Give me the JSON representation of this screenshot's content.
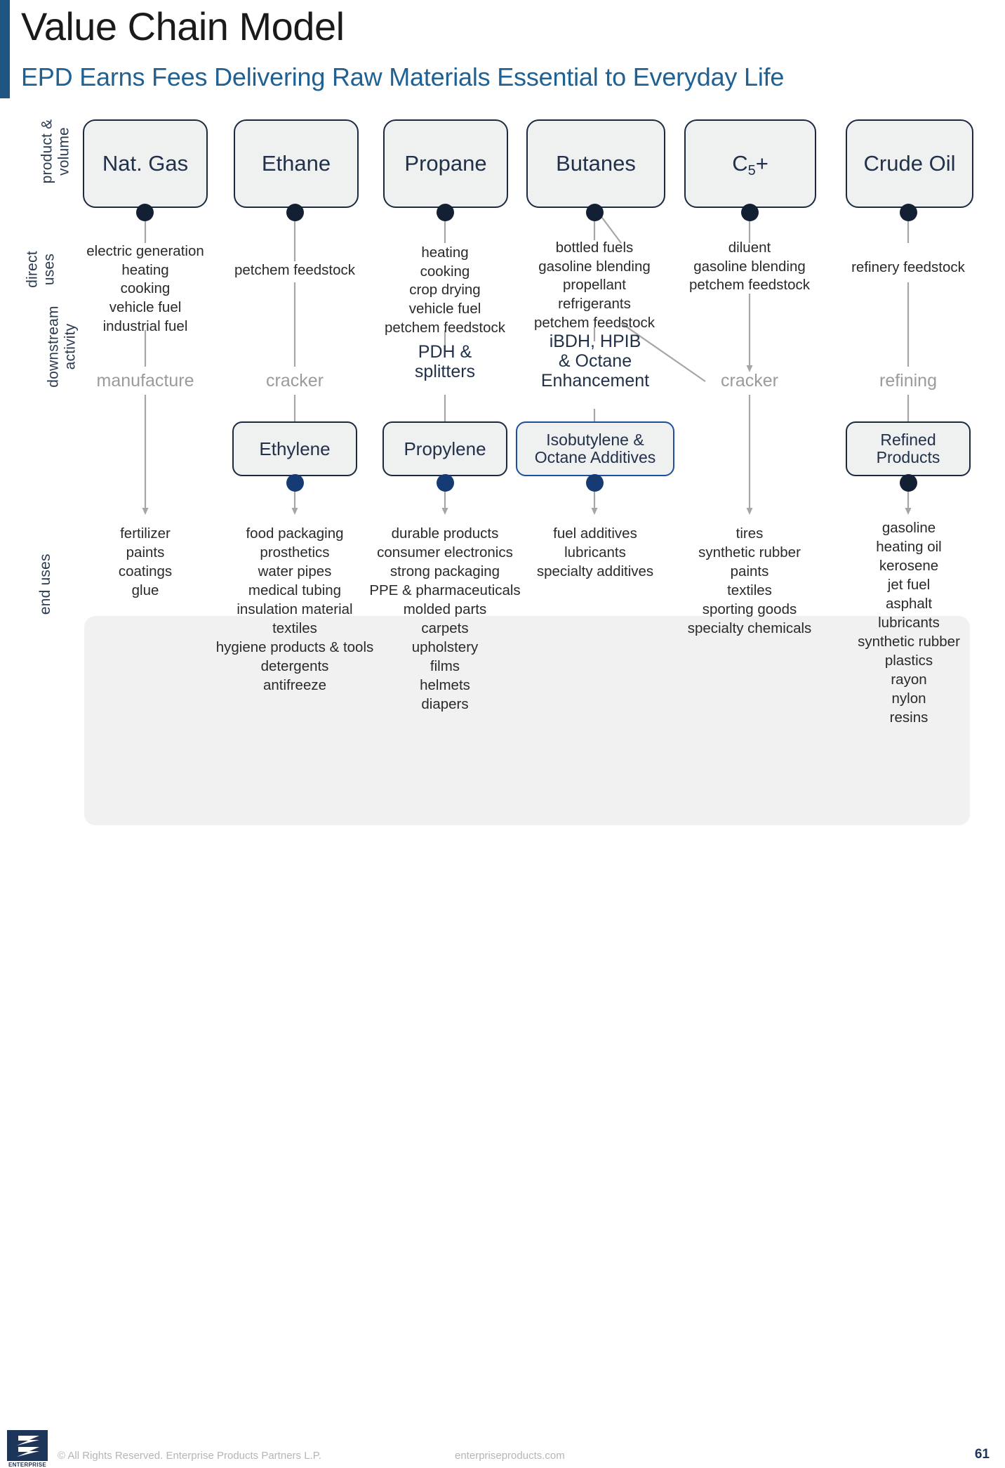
{
  "header": {
    "title": "Value Chain Model",
    "subtitle": "EPD Earns Fees Delivering Raw Materials Essential to Everyday Life",
    "accent_color": "#1f5582",
    "subtitle_color": "#1f6193"
  },
  "row_labels": {
    "product_volume": "product &\nvolume",
    "direct_uses": "direct\nuses",
    "downstream_activity": "downstream\nactivity",
    "end_uses": "end uses"
  },
  "colors": {
    "box_fill": "#eff0f0",
    "box_border": "#1b2a41",
    "highlight_border": "#1f4e9c",
    "dot_dark": "#131f33",
    "dot_blue": "#163a73",
    "connector": "#a6a6a6",
    "muted_text": "#9b9b9b",
    "panel_fill": "#f1f1f1"
  },
  "columns": [
    {
      "key": "natural-gas",
      "feedstock": "Nat. Gas",
      "direct_uses": [
        "electric generation",
        "heating",
        "cooking",
        "vehicle fuel",
        "industrial fuel"
      ],
      "downstream_activity": "manufacture",
      "downstream_activity_style": "muted",
      "intermediate": null,
      "end_uses": [
        "fertilizer",
        "paints",
        "coatings",
        "glue"
      ]
    },
    {
      "key": "ethane",
      "feedstock": "Ethane",
      "direct_uses": [
        "petchem feedstock"
      ],
      "downstream_activity": "cracker",
      "downstream_activity_style": "muted",
      "intermediate": "Ethylene",
      "end_uses": [
        "food packaging",
        "prosthetics",
        "water pipes",
        "medical tubing",
        "insulation material",
        "textiles",
        "hygiene products & tools",
        "detergents",
        "antifreeze"
      ]
    },
    {
      "key": "propane",
      "feedstock": "Propane",
      "direct_uses": [
        "heating",
        "cooking",
        "crop drying",
        "vehicle fuel",
        "petchem feedstock"
      ],
      "downstream_activity": "PDH &\nsplitters",
      "downstream_activity_style": "strong",
      "intermediate": "Propylene",
      "end_uses": [
        "durable products",
        "consumer electronics",
        "strong packaging",
        "PPE & pharmaceuticals",
        "molded parts",
        "carpets",
        "upholstery",
        "films",
        "helmets",
        "diapers"
      ]
    },
    {
      "key": "butanes",
      "feedstock": "Butanes",
      "direct_uses": [
        "bottled fuels",
        "gasoline blending",
        "propellant",
        "refrigerants",
        "petchem feedstock"
      ],
      "downstream_activity": "iBDH, HPIB\n& Octane\nEnhancement",
      "downstream_activity_style": "strong",
      "intermediate": "Isobutylene &\nOctane Additives",
      "intermediate_highlight": true,
      "end_uses": [
        "fuel additives",
        "lubricants",
        "specialty additives"
      ]
    },
    {
      "key": "c5-plus",
      "feedstock": "C5+",
      "feedstock_base": "C",
      "feedstock_sub": "5",
      "feedstock_tail": "+",
      "direct_uses": [
        "diluent",
        "gasoline blending",
        "petchem feedstock"
      ],
      "downstream_activity": "cracker",
      "downstream_activity_style": "muted",
      "intermediate": null,
      "end_uses": [
        "tires",
        "synthetic rubber",
        "paints",
        "textiles",
        "sporting goods",
        "specialty chemicals"
      ]
    },
    {
      "key": "crude-oil",
      "feedstock": "Crude Oil",
      "direct_uses": [
        "refinery feedstock"
      ],
      "downstream_activity": "refining",
      "downstream_activity_style": "muted",
      "intermediate": "Refined\nProducts",
      "end_uses": [
        "gasoline",
        "heating oil",
        "kerosene",
        "jet fuel",
        "asphalt",
        "lubricants",
        "synthetic rubber",
        "plastics",
        "rayon",
        "nylon",
        "resins"
      ]
    }
  ],
  "footer": {
    "copyright": "© All Rights Reserved. Enterprise Products Partners L.P.",
    "website": "enterpriseproducts.com",
    "page_number": "61",
    "logo_word": "ENTERPRISE"
  }
}
